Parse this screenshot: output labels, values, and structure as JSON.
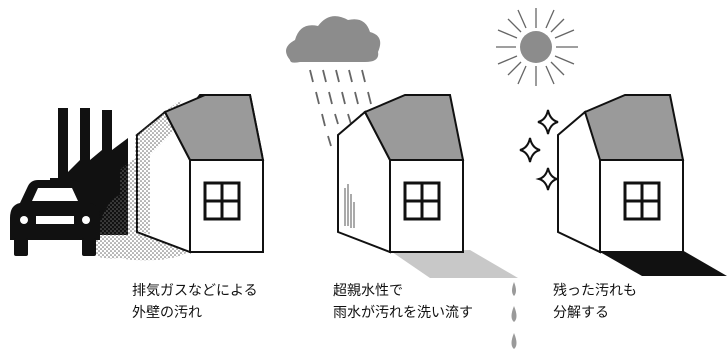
{
  "panels": [
    {
      "lines": [
        "排気ガスなどによる",
        "外壁の汚れ"
      ]
    },
    {
      "lines": [
        "超親水性で",
        "雨水が汚れを洗い流す"
      ]
    },
    {
      "lines": [
        "残った汚れも",
        "分解する"
      ]
    }
  ],
  "colors": {
    "wall": "#ffffff",
    "roof": "#9a9a9a",
    "outline": "#111111",
    "cloud": "#8c8c8c",
    "sun": "#8c8c8c",
    "shadow_gray": "#c8c8c8",
    "shadow_black": "#111111",
    "dirt": "#777777"
  }
}
